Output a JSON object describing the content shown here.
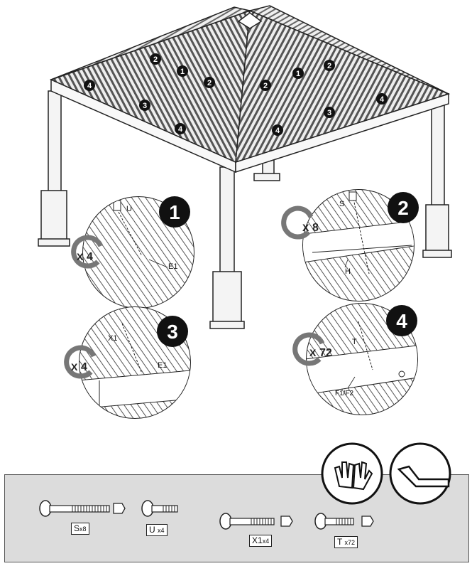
{
  "gazebo_markers": [
    "2",
    "1",
    "2",
    "2",
    "1",
    "2",
    "4",
    "3",
    "3",
    "4",
    "4",
    "4"
  ],
  "steps": [
    {
      "number": "1",
      "count_prefix": "X",
      "count": "4",
      "labels": [
        "U",
        "E1"
      ]
    },
    {
      "number": "2",
      "count_prefix": "X",
      "count": "8",
      "labels": [
        "S",
        "H"
      ]
    },
    {
      "number": "3",
      "count_prefix": "X",
      "count": "4",
      "labels": [
        "X1",
        "E1"
      ]
    },
    {
      "number": "4",
      "count_prefix": "X",
      "count": "72",
      "labels": [
        "T",
        "F1/F2"
      ]
    }
  ],
  "tools": [
    "gloves-icon",
    "allen-key-icon"
  ],
  "parts": [
    {
      "code": "S",
      "qty": "x8"
    },
    {
      "code": "U",
      "qty": "x4"
    },
    {
      "code": "X1",
      "qty": "x4"
    },
    {
      "code": "T",
      "qty": "x72"
    }
  ]
}
